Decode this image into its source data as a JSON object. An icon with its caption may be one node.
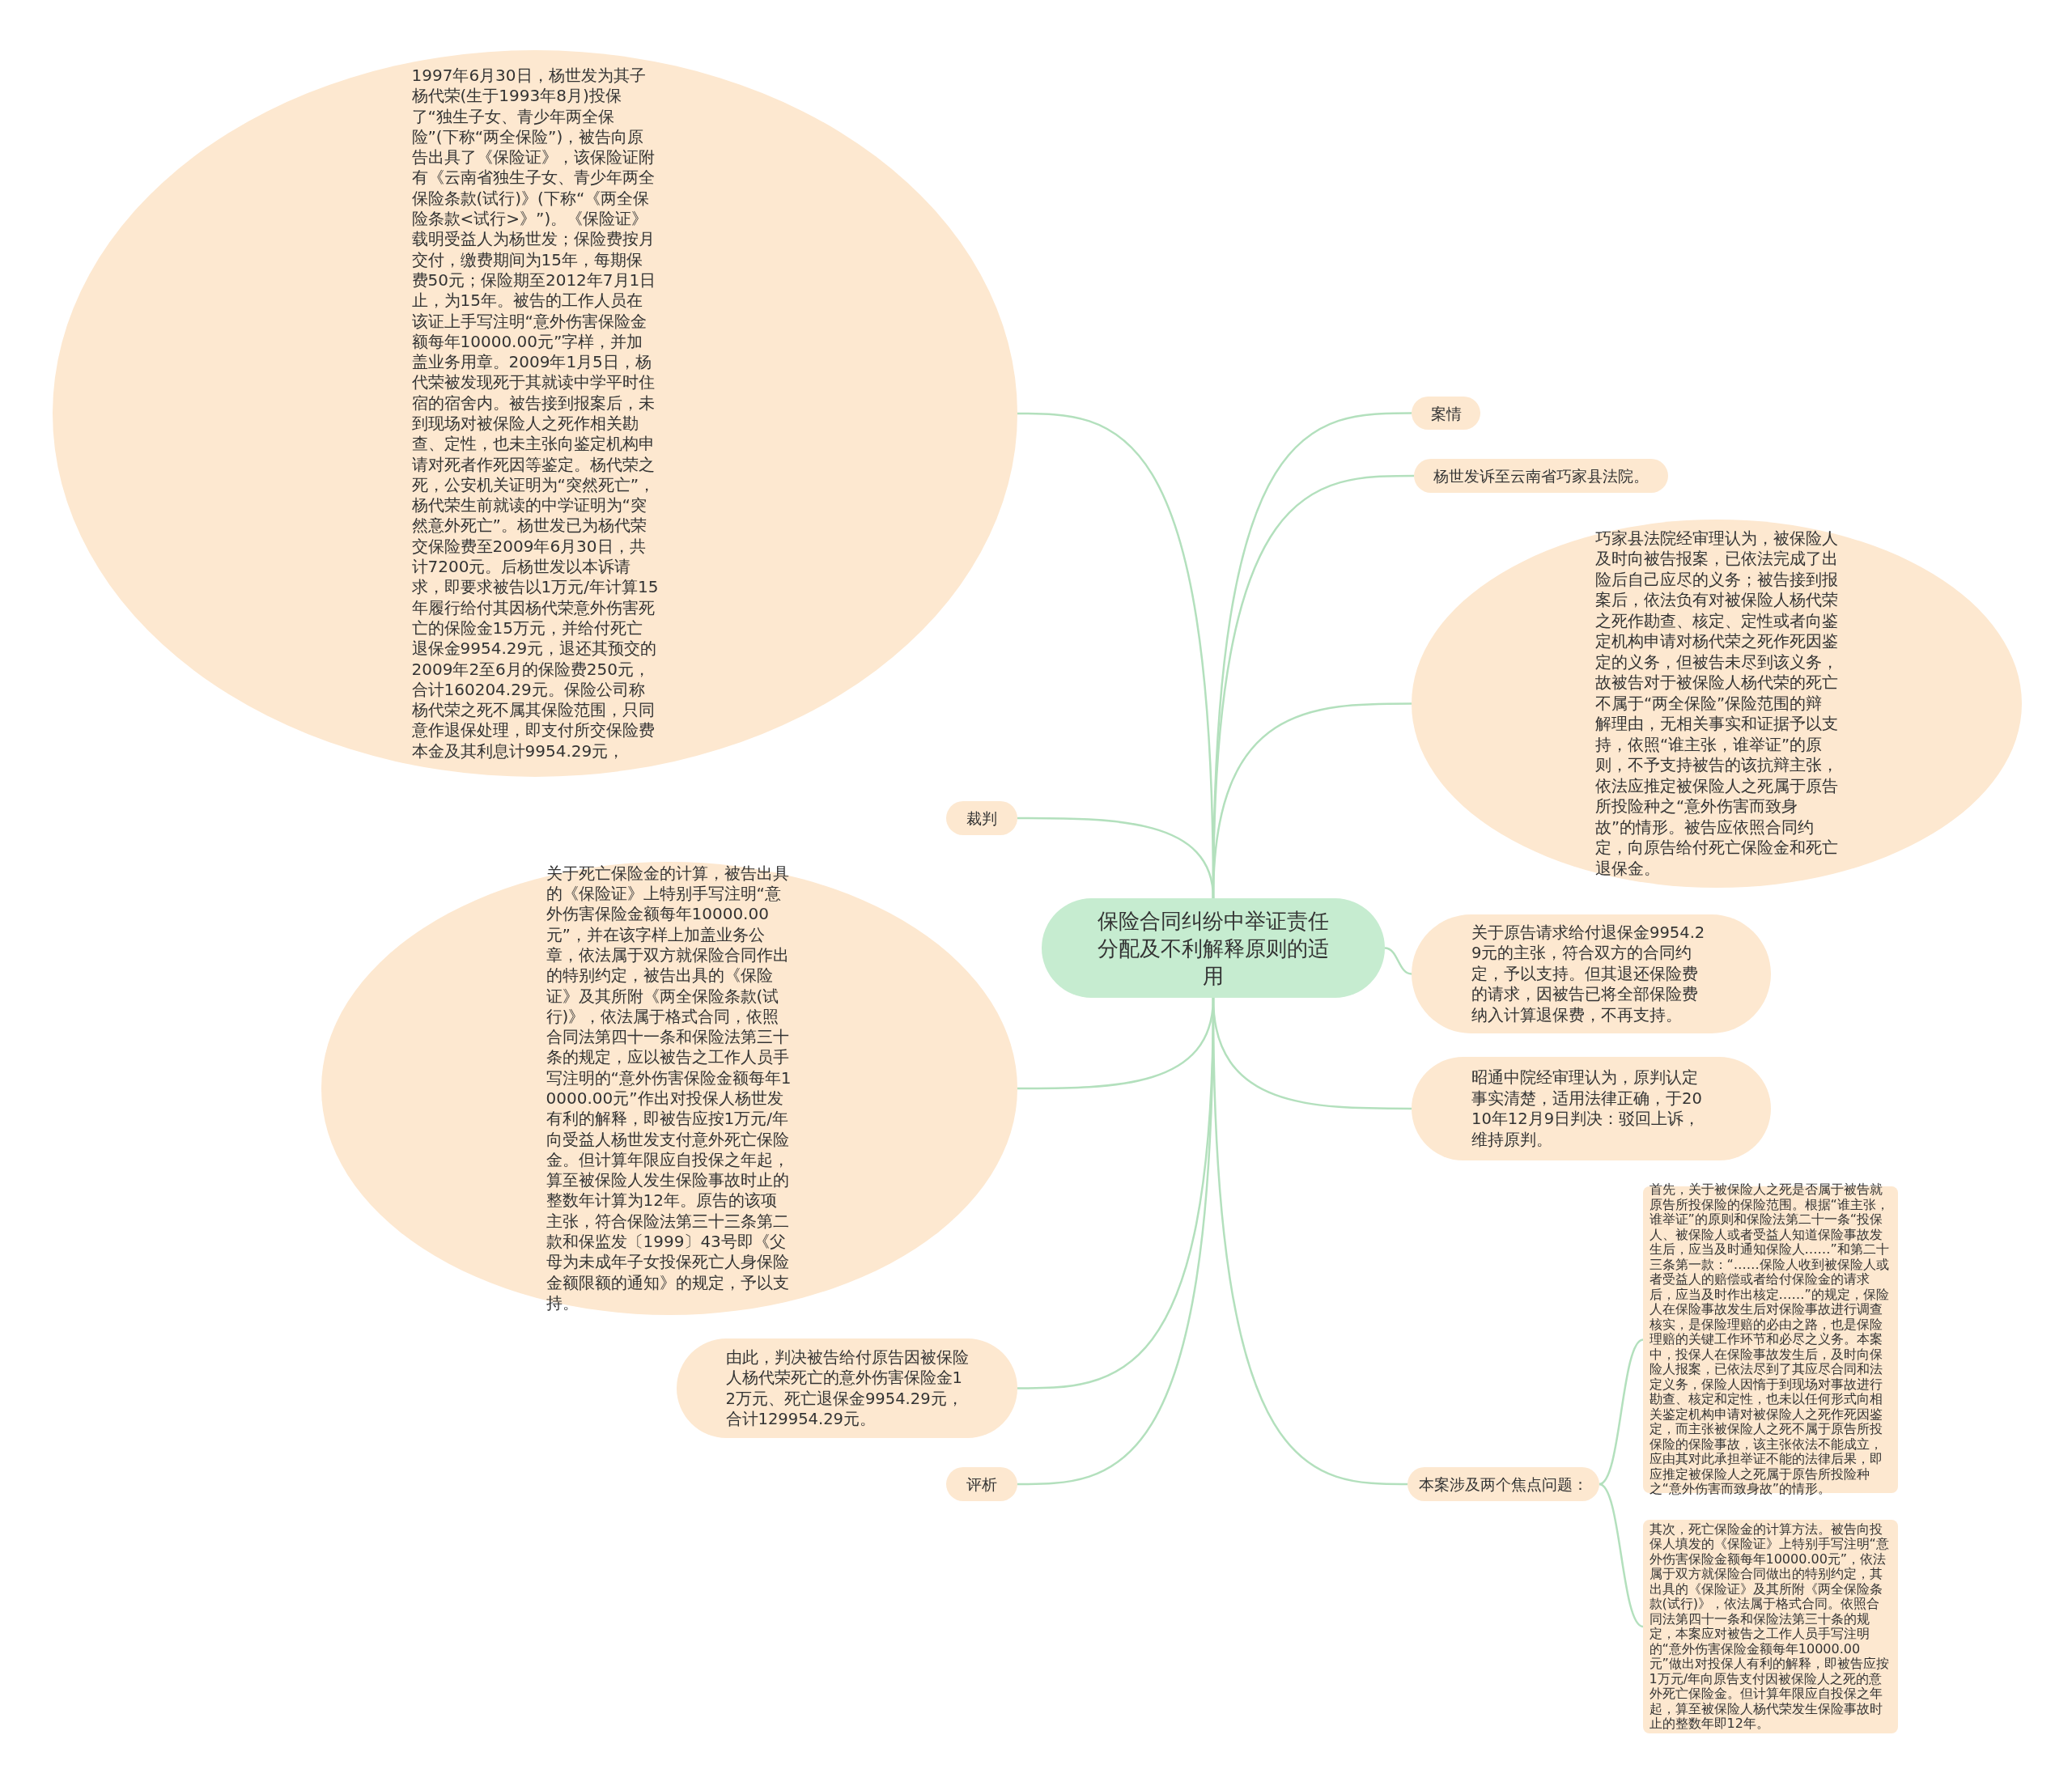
{
  "diagram": {
    "nodes": [
      {
        "text": [
          "保险合同纠纷中举证责任分配及不利解释原则的适用"
        ]
      },
      {
        "text": [
          "案情"
        ]
      },
      {
        "text": [
          "杨世发诉至云南省巧家县法院。"
        ]
      },
      {
        "text": [
          "巧家县法院经审理认为，被保险人及时向被告报案，已依法完成了出险后自己应尽的义务；被告接到报案后，依法负有对被保险人杨代荣之死作勘查、核定、定性或者向鉴定机构申请对杨代荣之死作死因鉴定的义务，但被告未尽到该义务，故被告对于被保险人杨代荣的死亡不属于“两全保险”保险范围的辩解理由，无相关事实和证据予以支持，依照“谁主张，谁举证”的原则，不予支持被告的该抗辩主张，依法应推定被保险人之死属于原告所投险种之“意外伤害而致身故”的情形。被告应依照合同约定，向原告给付死亡保险金和死亡退保金。"
        ]
      },
      {
        "text": [
          "关于原告请求给付退保金9954.29元的主张，符合双方的合同约定，予以支持。但其退还保险费的请求，因被告已将全部保险费纳入计算退保费，不再支持。"
        ]
      },
      {
        "text": [
          "昭通中院经审理认为，原判认定事实清楚，适用法律正确，于2010年12月9日判决：驳回上诉，维持原判。"
        ]
      },
      {
        "text": [
          "本案涉及两个焦点问题："
        ]
      },
      {
        "text": [
          "首先，关于被保险人之死是否属于被告就原告所投保险的保险范围。根据“谁主张，谁举证”的原则和保险法第二十一条“投保人、被保险人或者受益人知道保险事故发生后，应当及时通知保险人……”和第二十三条第一款：“……保险人收到被保险人或者受益人的赔偿或者给付保险金的请求后，应当及时作出核定……”的规定，保险人在保险事故发生后对保险事故进行调查核实，是保险理赔的必由之路，也是保险理赔的关键工作环节和必尽之义务。本案中，投保人在保险事故发生后，及时向保险人报案，已依法尽到了其应尽合同和法定义务，保险人因惰于到现场对事故进行勘查、核定和定性，也未以任何形式向相关鉴定机构申请对被保险人之死作死因鉴定，而主张被保险人之死不属于原告所投保险的保险事故，该主张依法不能成立，应由其对此承担举证不能的法律后果，即应推定被保险人之死属于原告所投险种之“意外伤害而致身故”的情形。"
        ]
      },
      {
        "text": [
          "其次，死亡保险金的计算方法。被告向投保人填发的《保险证》上特别手写注明“意外伤害保险金额每年10000.00元”，依法属于双方就保险合同做出的特别约定，其出具的《保险证》及其所附《两全保险条款(试行)》，依法属于格式合同。依照合同法第四十一条和保险法第三十条的规定，本案应对被告之工作人员手写注明的“意外伤害保险金额每年10000.00元”做出对投保人有利的解释，即被告应按1万元/年向原告支付因被保险人之死的意外死亡保险金。但计算年限应自投保之年起，算至被保险人杨代荣发生保险事故时止的整数年即12年。"
        ]
      },
      {
        "text": [
          "1997年6月30日，杨世发为其子杨代荣(生于1993年8月)投保了“独生子女、青少年两全保险”(下称“两全保险”)，被告向原告出具了《保险证》，该保险证附有《云南省独生子女、青少年两全保险条款(试行)》(下称“《两全保险条款<试行>》”)。《保险证》载明受益人为杨世发；保险费按月交付，缴费期间为15年，每期保费50元；保险期至2012年7月1日止，为15年。被告的工作人员在该证上手写注明“意外伤害保险金额每年10000.00元”字样，并加盖业务用章。2009年1月5日，杨代荣被发现死于其就读中学平时住宿的宿舍内。被告接到报案后，未到现场对被保险人之死作相关勘查、定性，也未主张向鉴定机构申请对死者作死因等鉴定。杨代荣之死，公安机关证明为“突然死亡”，杨代荣生前就读的中学证明为“突然意外死亡”。杨世发已为杨代荣交保险费至2009年6月30日，共计7200元。后杨世发以本诉请求，即要求被告以1万元/年计算15年履行给付其因杨代荣意外伤害死亡的保险金15万元，并给付死亡退保金9954.29元，退还其预交的2009年2至6月的保险费250元，合计160204.29元。保险公司称杨代荣之死不属其保险范围，只同意作退保处理，即支付所交保险费本金及其利息计9954.29元，"
        ]
      },
      {
        "text": [
          "裁判"
        ]
      },
      {
        "text": [
          "关于死亡保险金的计算，被告出具的《保险证》上特别手写注明“意外伤害保险金额每年10000.00元”，并在该字样上加盖业务公章，依法属于双方就保险合同作出的特别约定，被告出具的《保险证》及其所附《两全保险条款(试行)》，依法属于格式合同，依照合同法第四十一条和保险法第三十条的规定，应以被告之工作人员手写注明的“意外伤害保险金额每年10000.00元”作出对投保人杨世发有利的解释，即被告应按1万元/年向受益人杨世发支付意外死亡保险金。但计算年限应自投保之年起，算至被保险人发生保险事故时止的整数年计算为12年。原告的该项主张，符合保险法第三十三条第二款和保监发〔1999〕43号即《父母为未成年子女投保死亡人身保险金额限额的通知》的规定，予以支持。"
        ]
      },
      {
        "text": [
          "由此，判决被告给付原告因被保险人杨代荣死亡的意外伤害保险金12万元、死亡退保金9954.29元，合计129954.29元。"
        ]
      },
      {
        "text": [
          "评析"
        ]
      }
    ],
    "edges": [
      {
        "from": 0,
        "to": 1,
        "arrow": "none"
      },
      {
        "from": 0,
        "to": 2,
        "arrow": "none"
      },
      {
        "from": 0,
        "to": 3,
        "arrow": "none"
      },
      {
        "from": 0,
        "to": 4,
        "arrow": "none"
      },
      {
        "from": 0,
        "to": 5,
        "arrow": "none"
      },
      {
        "from": 0,
        "to": 6,
        "arrow": "none"
      },
      {
        "from": 6,
        "to": 7,
        "arrow": "none"
      },
      {
        "from": 6,
        "to": 8,
        "arrow": "none"
      },
      {
        "from": 0,
        "to": 9,
        "arrow": "none"
      },
      {
        "from": 0,
        "to": 10,
        "arrow": "none"
      },
      {
        "from": 0,
        "to": 11,
        "arrow": "none"
      },
      {
        "from": 0,
        "to": 12,
        "arrow": "none"
      },
      {
        "from": 0,
        "to": 13,
        "arrow": "none"
      }
    ]
  }
}
